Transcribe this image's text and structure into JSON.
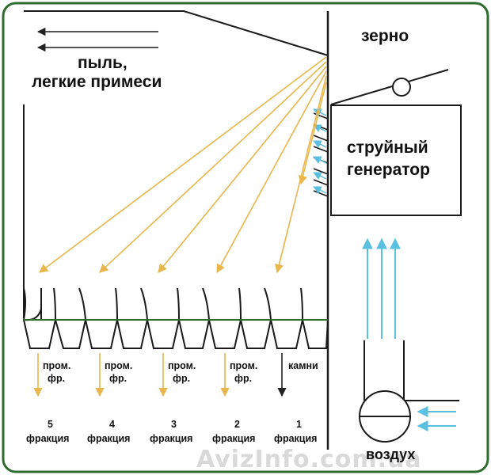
{
  "labels": {
    "grain": "зерно",
    "dust_line1": "пыль,",
    "dust_line2": "легкие примеси",
    "generator_line1": "струйный",
    "generator_line2": "генератор",
    "air": "воздух",
    "watermark": "AvizInfo.com.ua"
  },
  "outlets": [
    {
      "top_line1": "пром.",
      "top_line2": "фр.",
      "number": "5",
      "caption": "фракция"
    },
    {
      "top_line1": "пром.",
      "top_line2": "фр.",
      "number": "4",
      "caption": "фракция"
    },
    {
      "top_line1": "пром.",
      "top_line2": "фр.",
      "number": "3",
      "caption": "фракция"
    },
    {
      "top_line1": "пром.",
      "top_line2": "фр.",
      "number": "2",
      "caption": "фракция"
    },
    {
      "top_line1": "камни",
      "top_line2": "",
      "number": "1",
      "caption": "фракция"
    }
  ],
  "colors": {
    "frame": "#2e6b2e",
    "wall": "#1a1a1a",
    "trajectory": "#e8b64a",
    "air_flow": "#5bc0e0",
    "stone_arrow": "#222222"
  }
}
